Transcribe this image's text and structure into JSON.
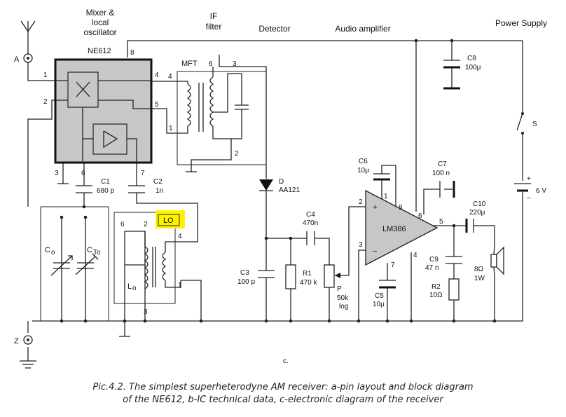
{
  "headers": {
    "mixer": [
      "Mixer &",
      "local",
      "oscillator"
    ],
    "if_filter": [
      "IF",
      "filter"
    ],
    "detector": "Detector",
    "audio_amp": "Audio amplifier",
    "power_supply": "Power Supply"
  },
  "ic1": {
    "name": "NE612",
    "pins": {
      "p1": "1",
      "p2": "2",
      "p3": "3",
      "p4": "4",
      "p5": "5",
      "p6": "6",
      "p7": "7",
      "p8": "8"
    }
  },
  "mft": {
    "name": "MFT",
    "pins": {
      "p1": "1",
      "p2": "2",
      "p3": "3",
      "p4": "4",
      "p6": "6"
    }
  },
  "lo_coil": {
    "tag": "LO",
    "name": "L",
    "sub": "o",
    "pins": {
      "p1": "1",
      "p2": "2",
      "p3": "3",
      "p4": "4",
      "p6": "6"
    }
  },
  "antenna": {
    "a": "A",
    "z": "Z"
  },
  "components": {
    "c1": {
      "name": "C1",
      "value": "680 p"
    },
    "c2": {
      "name": "C2",
      "value": "1n"
    },
    "co": {
      "name": "C",
      "sub": "o"
    },
    "cto": {
      "name": "C",
      "sub": "To"
    },
    "d": {
      "name": "D",
      "value": "AA121"
    },
    "c3": {
      "name": "C3",
      "value": "100 p"
    },
    "r1": {
      "name": "R1",
      "value": "470 k"
    },
    "c4": {
      "name": "C4",
      "value": "470n"
    },
    "p": {
      "name": "P",
      "value1": "50k",
      "value2": "log"
    },
    "c5": {
      "name": "C5",
      "value": "10μ"
    },
    "c6": {
      "name": "C6",
      "value": "10μ"
    },
    "c7": {
      "name": "C7",
      "value": "100 n"
    },
    "c8": {
      "name": "C8",
      "value": "100μ"
    },
    "c9": {
      "name": "C9",
      "value": "47 n"
    },
    "c10": {
      "name": "C10",
      "value": "220μ"
    },
    "r2": {
      "name": "R2",
      "value": "10Ω"
    },
    "spk": {
      "value1": "8Ω",
      "value2": "1W"
    },
    "sw": {
      "name": "S"
    },
    "batt": {
      "value": "6 V",
      "plus": "+",
      "minus": "−"
    }
  },
  "lm386": {
    "name": "LM386",
    "pins": {
      "p1": "1",
      "p2": "2",
      "p3": "3",
      "p4": "4",
      "p5": "5",
      "p6": "6",
      "p7": "7",
      "p8": "8"
    },
    "plus": "+",
    "minus": "−"
  },
  "c_label": "c.",
  "caption": {
    "line1": "Pic.4.2. The simplest superheterodyne AM receiver: a-pin layout and block diagram",
    "line2": "of the NE612, b-IC technical data, c-electronic diagram of the receiver"
  },
  "colors": {
    "ic_fill": "#c7c7c7",
    "highlight": "#fff200"
  }
}
